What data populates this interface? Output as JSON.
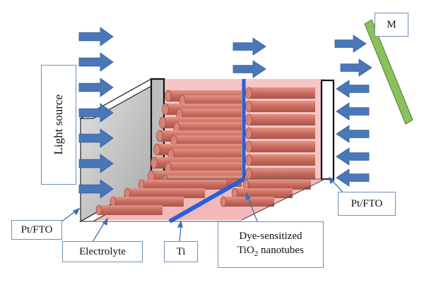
{
  "labels": {
    "light_source": "Light source",
    "pt_fto_left": "Pt/FTO",
    "pt_fto_right": "Pt/FTO",
    "electrolyte": "Electrolyte",
    "ti": "Ti",
    "dye_line1": "Dye-sensitized",
    "dye_tio": "TiO",
    "dye_sub": "2",
    "dye_rest": " nanotubes",
    "mirror": "M"
  },
  "colors": {
    "arrow_fill": "#4a77b8",
    "arrow_stroke": "#2f5c99",
    "electrolyte_pink": "#f4b8b8",
    "nanotube": "#c86a5f",
    "ti_blue": "#2a5fd6",
    "mirror_green": "#8ac15c",
    "glass_gray": "#c4c4c4",
    "label_border": "#6e8fb5"
  }
}
